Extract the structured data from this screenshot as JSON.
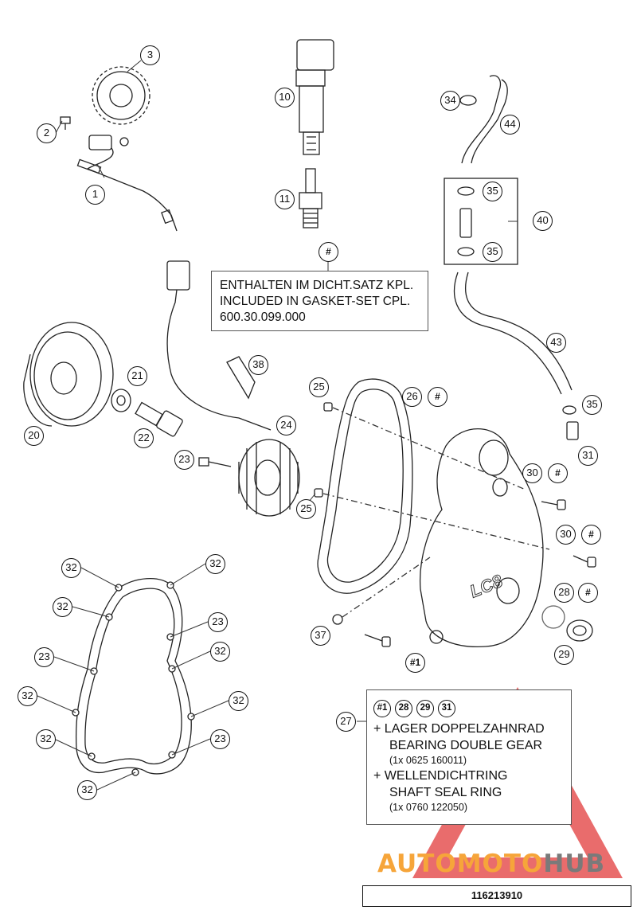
{
  "callouts": [
    {
      "id": "c1",
      "label": "1"
    },
    {
      "id": "c2",
      "label": "2"
    },
    {
      "id": "c3",
      "label": "3"
    },
    {
      "id": "c10",
      "label": "10"
    },
    {
      "id": "c11",
      "label": "11"
    },
    {
      "id": "c34",
      "label": "34"
    },
    {
      "id": "c44",
      "label": "44"
    },
    {
      "id": "c35a",
      "label": "35"
    },
    {
      "id": "c35b",
      "label": "35"
    },
    {
      "id": "c40",
      "label": "40"
    },
    {
      "id": "c43",
      "label": "43"
    },
    {
      "id": "c35c",
      "label": "35"
    },
    {
      "id": "c31",
      "label": "31"
    },
    {
      "id": "c21",
      "label": "21"
    },
    {
      "id": "c20",
      "label": "20"
    },
    {
      "id": "c22",
      "label": "22"
    },
    {
      "id": "c38",
      "label": "38"
    },
    {
      "id": "c24",
      "label": "24"
    },
    {
      "id": "c23a",
      "label": "23"
    },
    {
      "id": "c25a",
      "label": "25"
    },
    {
      "id": "c26",
      "label": "26"
    },
    {
      "id": "c25b",
      "label": "25"
    },
    {
      "id": "c30a",
      "label": "30"
    },
    {
      "id": "c30b",
      "label": "30"
    },
    {
      "id": "c28",
      "label": "28"
    },
    {
      "id": "c29",
      "label": "29"
    },
    {
      "id": "c37",
      "label": "37"
    },
    {
      "id": "c1ref",
      "label": "#1"
    },
    {
      "id": "c27",
      "label": "27"
    },
    {
      "id": "c32a",
      "label": "32"
    },
    {
      "id": "c32b",
      "label": "32"
    },
    {
      "id": "c32c",
      "label": "32"
    },
    {
      "id": "c23b",
      "label": "23"
    },
    {
      "id": "c32d",
      "label": "32"
    },
    {
      "id": "c23c",
      "label": "23"
    },
    {
      "id": "c32e",
      "label": "32"
    },
    {
      "id": "c32f",
      "label": "32"
    },
    {
      "id": "c32g",
      "label": "32"
    },
    {
      "id": "c23d",
      "label": "23"
    },
    {
      "id": "c32h",
      "label": "32"
    },
    {
      "id": "h1",
      "label": "#"
    },
    {
      "id": "h2",
      "label": "#"
    },
    {
      "id": "h3",
      "label": "#"
    },
    {
      "id": "h4",
      "label": "#"
    },
    {
      "id": "h5",
      "label": "#"
    }
  ],
  "cover_logo": "LC8",
  "note_gasket": {
    "lines": [
      "ENTHALTEN IM DICHT.SATZ KPL.",
      "INCLUDED IN GASKET-SET CPL.",
      "600.30.099.000"
    ]
  },
  "note_set": {
    "refs": [
      "#1",
      "28",
      "29",
      "31"
    ],
    "line1": "+ LAGER DOPPELZAHNRAD",
    "line2": "BEARING DOUBLE GEAR",
    "line3": "(1x 0625 160011)",
    "line4": "+ WELLENDICHTRING",
    "line5": "SHAFT SEAL RING",
    "line6": "(1x 0760 122050)"
  },
  "watermark": {
    "part1": "AUTOMOTO",
    "part2": "HUB",
    "color1": "#f6a53a",
    "color2": "#7a7a7a",
    "triangle_color": "#e23b3b"
  },
  "part_number": "116213910"
}
